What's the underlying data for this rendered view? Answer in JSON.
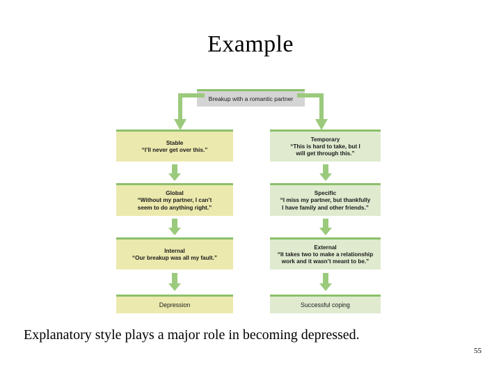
{
  "slide": {
    "title": "Example",
    "caption": "Explanatory style plays a major role in becoming depressed.",
    "page_number": "55"
  },
  "colors": {
    "accent_green": "#8cc06a",
    "arrow_green": "#9bca7c",
    "left_column_fill": "#ece9ae",
    "right_column_fill": "#dfeacf",
    "source_fill": "#d4d4d4",
    "text": "#1a1a1a"
  },
  "diagram": {
    "type": "flowchart",
    "source": {
      "label": "Breakup with a romantic partner"
    },
    "columns": [
      {
        "name": "maladaptive",
        "outcome": "Depression",
        "nodes": [
          {
            "heading": "Stable",
            "quote_lines": [
              "“I’ll never get over this.”"
            ]
          },
          {
            "heading": "Global",
            "quote_lines": [
              "“Without my partner, I can’t",
              "seem to do anything right.”"
            ]
          },
          {
            "heading": "Internal",
            "quote_lines": [
              "“Our breakup was all my fault.”"
            ]
          }
        ]
      },
      {
        "name": "adaptive",
        "outcome": "Successful coping",
        "nodes": [
          {
            "heading": "Temporary",
            "quote_lines": [
              "“This is hard to take, but I",
              "will get through this.”"
            ]
          },
          {
            "heading": "Specific",
            "quote_lines": [
              "“I miss my partner, but thankfully",
              "I have family and other friends.”"
            ]
          },
          {
            "heading": "External",
            "quote_lines": [
              "“It takes two to make a relationship",
              "work and it wasn’t meant to be.”"
            ]
          }
        ]
      }
    ]
  }
}
